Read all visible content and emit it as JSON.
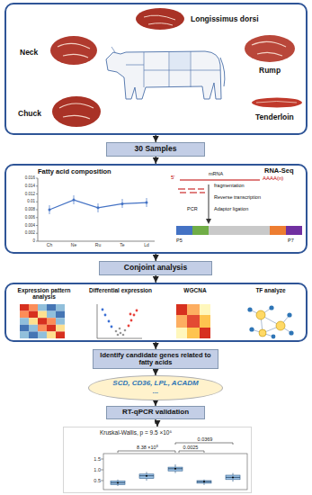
{
  "diagram": {
    "nodes": [
      {
        "text": [
          "Longissimus dorsi",
          "Neck",
          "Rump",
          "Chuck",
          "Tenderloin"
        ]
      },
      {
        "text": [
          "30 Samples"
        ]
      },
      {
        "text": [
          "Fatty acid composition",
          "RNA-Seq"
        ]
      },
      {
        "text": [
          "Conjoint analysis"
        ]
      },
      {
        "text": [
          "Expression pattern analysis",
          "Differential expression",
          "WGCNA",
          "TF analyze"
        ]
      },
      {
        "text": [
          "Identify candidate genes related to fatty acids"
        ]
      },
      {
        "text": [
          "SCD, CD36, LPL, ACADM ..."
        ]
      },
      {
        "text": [
          "RT-qPCR validation"
        ]
      },
      {
        "text": [
          "Kruskal-Wallis, p = 9.5 ×10⁵",
          "0.0369",
          "8.38 ×10⁵",
          "0.0025"
        ]
      }
    ],
    "edges": [
      {
        "from": 0,
        "to": 1,
        "arrow": "to"
      },
      {
        "from": 1,
        "to": 2,
        "arrow": "to"
      },
      {
        "from": 2,
        "to": 3,
        "arrow": "to"
      },
      {
        "from": 3,
        "to": 4,
        "arrow": "to"
      },
      {
        "from": 4,
        "to": 5,
        "arrow": "to"
      },
      {
        "from": 5,
        "to": 6,
        "arrow": "to"
      },
      {
        "from": 6,
        "to": 7,
        "arrow": "to"
      },
      {
        "from": 7,
        "to": 8,
        "arrow": "to"
      }
    ],
    "labels": [
      "0.016",
      "0.014",
      "0.012",
      "0.01",
      "0.008",
      "0.006",
      "0.004",
      "0.002",
      "0",
      "Ch",
      "Ne",
      "Ru",
      "Te",
      "Ld",
      "5'",
      "mRNA",
      "AAAA(n)",
      "fragmentation",
      "Reverse transcription",
      "PCR",
      "Adaptor ligation",
      "P5",
      "P7",
      "1.5",
      "1.0",
      "0.5"
    ]
  }
}
